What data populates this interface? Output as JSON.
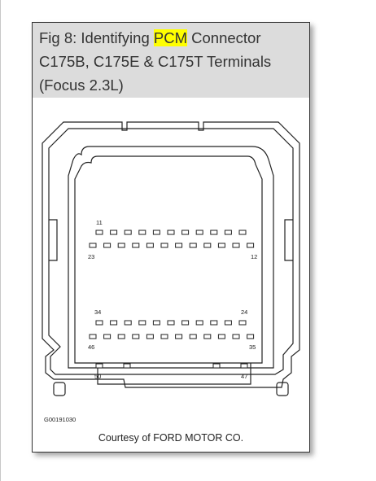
{
  "caption": {
    "line1_prefix": "Fig 8: Identifying ",
    "line1_highlight": "PCM",
    "line1_suffix": " Connector",
    "line2": "C175B, C175E & C175T Terminals",
    "line3": "(Focus 2.3L)"
  },
  "diagram": {
    "part_number": "G00191030",
    "pin_labels": {
      "p11": "11",
      "p23": "23",
      "p12": "12",
      "p34": "34",
      "p24": "24",
      "p46": "46",
      "p35": "35",
      "p50": "50",
      "p47": "47"
    }
  },
  "credit": "Courtesy of FORD MOTOR CO.",
  "colors": {
    "caption_bg": "#dcdcdc",
    "highlight": "#ffff00",
    "line": "#222222"
  }
}
